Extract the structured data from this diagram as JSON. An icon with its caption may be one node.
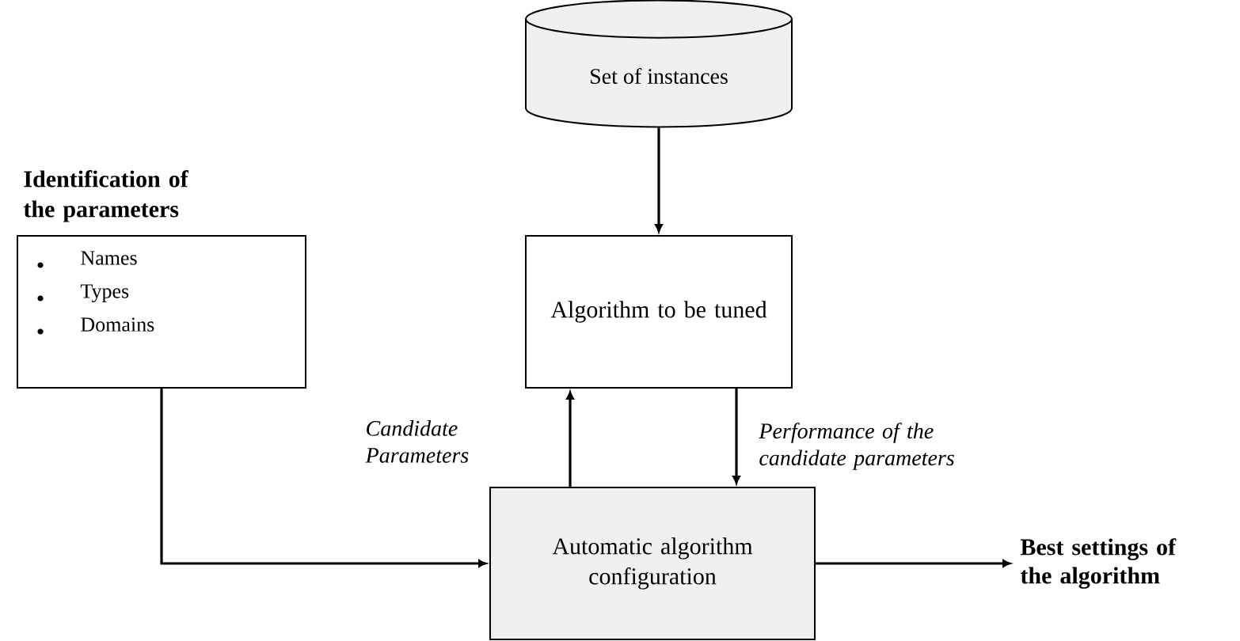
{
  "diagram": {
    "nodes": [
      {
        "text": [
          "Set of instances"
        ]
      },
      {
        "text": [
          "Identification of the parameters",
          "Names",
          "Types",
          "Domains"
        ]
      },
      {
        "text": [
          "Algorithm to be tuned"
        ]
      },
      {
        "text": [
          "Automatic algorithm configuration"
        ]
      },
      {
        "text": [
          "Best settings of the algorithm"
        ]
      }
    ],
    "edges": [
      {
        "from": 0,
        "to": 2,
        "arrow": "to"
      },
      {
        "from": 1,
        "to": 3,
        "arrow": "to"
      },
      {
        "from": 3,
        "to": 2,
        "arrow": "to",
        "label": "Candidate Parameters"
      },
      {
        "from": 2,
        "to": 3,
        "arrow": "to",
        "label": "Performance of the candidate parameters"
      },
      {
        "from": 3,
        "to": 4,
        "arrow": "to"
      }
    ]
  }
}
